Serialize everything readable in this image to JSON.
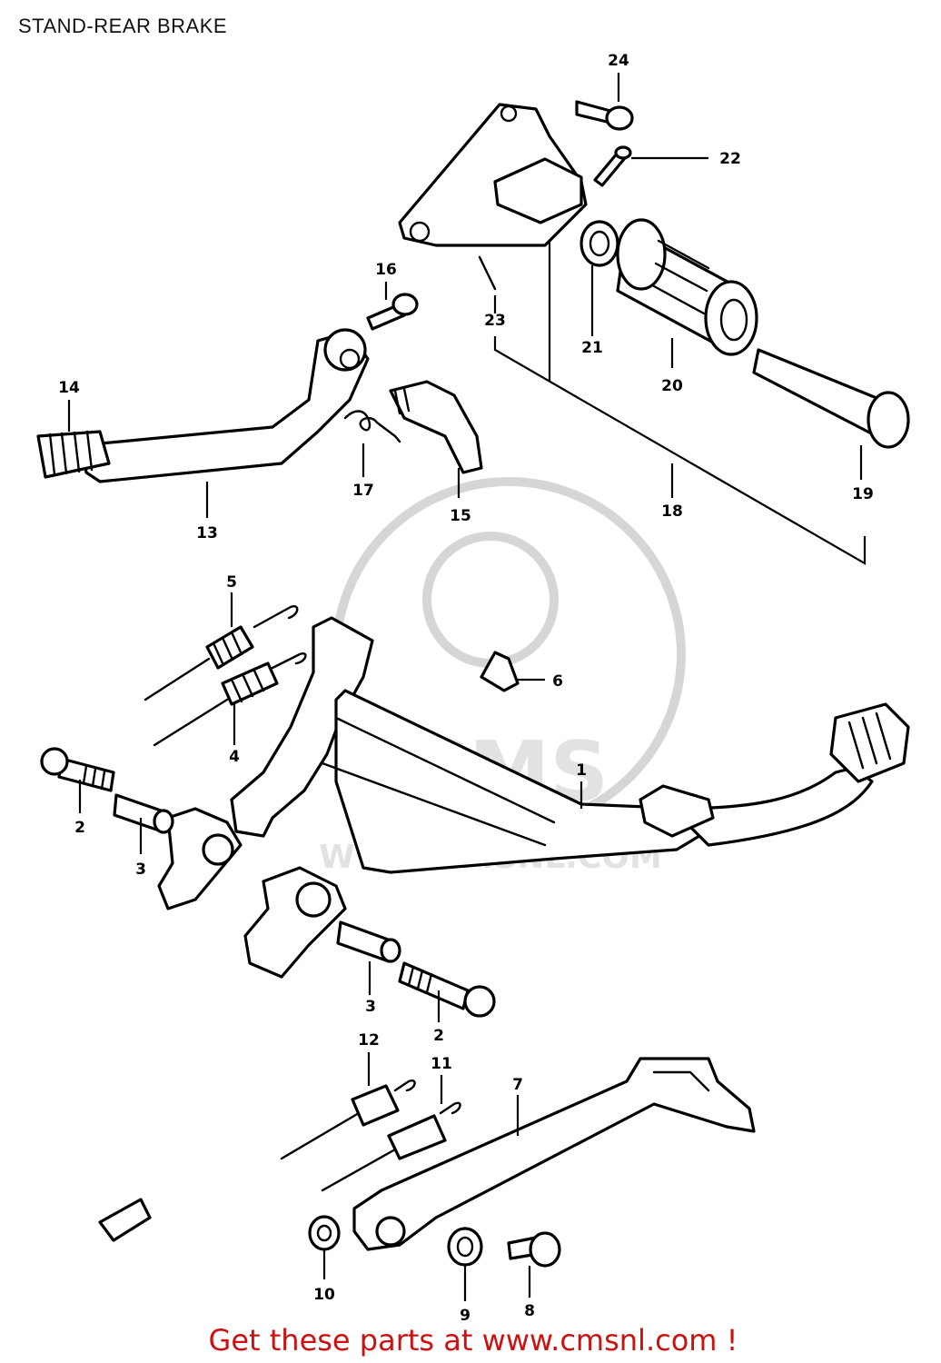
{
  "title": "STAND-REAR BRAKE",
  "footer": "Get these parts at www.cmsnl.com !",
  "watermark": {
    "brand": "CMS",
    "url": "WWW.CMSNL.COM",
    "color": "#e2e2e2"
  },
  "colors": {
    "footer_text": "#cc1111",
    "line_art": "#000000",
    "background": "#ffffff"
  },
  "callouts": [
    {
      "id": "c24",
      "label": "24"
    },
    {
      "id": "c22",
      "label": "22"
    },
    {
      "id": "c16",
      "label": "16"
    },
    {
      "id": "c23",
      "label": "23"
    },
    {
      "id": "c21",
      "label": "21"
    },
    {
      "id": "c20",
      "label": "20"
    },
    {
      "id": "c14",
      "label": "14"
    },
    {
      "id": "c17",
      "label": "17"
    },
    {
      "id": "c15",
      "label": "15"
    },
    {
      "id": "c13",
      "label": "13"
    },
    {
      "id": "c18",
      "label": "18"
    },
    {
      "id": "c19",
      "label": "19"
    },
    {
      "id": "c5",
      "label": "5"
    },
    {
      "id": "c6",
      "label": "6"
    },
    {
      "id": "c4",
      "label": "4"
    },
    {
      "id": "c1",
      "label": "1"
    },
    {
      "id": "c2a",
      "label": "2"
    },
    {
      "id": "c3a",
      "label": "3"
    },
    {
      "id": "c3b",
      "label": "3"
    },
    {
      "id": "c2b",
      "label": "2"
    },
    {
      "id": "c12",
      "label": "12"
    },
    {
      "id": "c11",
      "label": "11"
    },
    {
      "id": "c7",
      "label": "7"
    },
    {
      "id": "c10",
      "label": "10"
    },
    {
      "id": "c9",
      "label": "9"
    },
    {
      "id": "c8",
      "label": "8"
    }
  ]
}
